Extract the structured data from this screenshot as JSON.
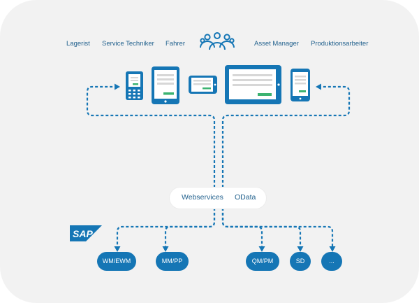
{
  "roles": [
    "Lagerist",
    "Service Techniker",
    "Fahrer",
    "Asset Manager",
    "Produktionsarbeiter"
  ],
  "middleware": [
    "Webservices",
    "OData"
  ],
  "logo_text": "SAP",
  "modules": [
    "WM/EWM",
    "MM/PP",
    "QM/PM",
    "SD",
    "..."
  ],
  "icons": [
    "people-group-icon",
    "scanner-device-icon",
    "tablet-icon",
    "phone-landscape-icon",
    "tablet-landscape-icon",
    "phone-icon"
  ],
  "colors": {
    "accent": "#1576b5",
    "card": "#f2f2f2",
    "text": "#1f5f8c"
  }
}
